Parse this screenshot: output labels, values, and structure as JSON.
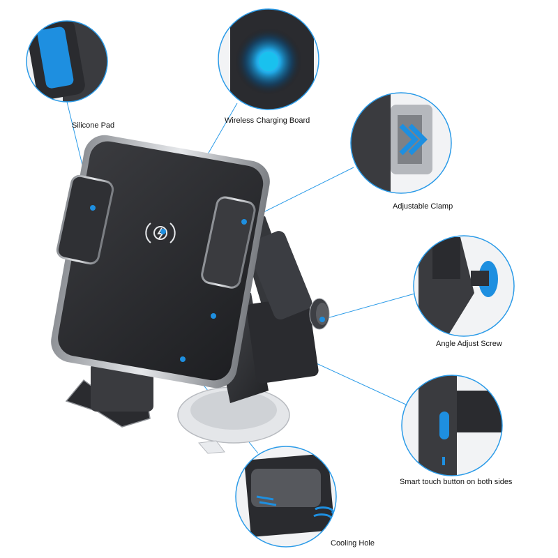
{
  "labels": {
    "silicone_pad": "Silicone Pad",
    "wireless_board": "Wireless Charging Board",
    "adjustable_clamp": "Adjustable Clamp",
    "angle_screw": "Angle Adjust Screw",
    "smart_button": "Smart touch button on both sides",
    "cooling_hole": "Cooling Hole"
  },
  "colors": {
    "accent_blue": "#1e8fe0",
    "callout_line": "#2b9be8",
    "body_dark": "#2b2c30",
    "body_mid": "#3d3f44",
    "chrome": "#c9ccd1"
  },
  "icons": {
    "charging": "wireless-charging-icon"
  }
}
